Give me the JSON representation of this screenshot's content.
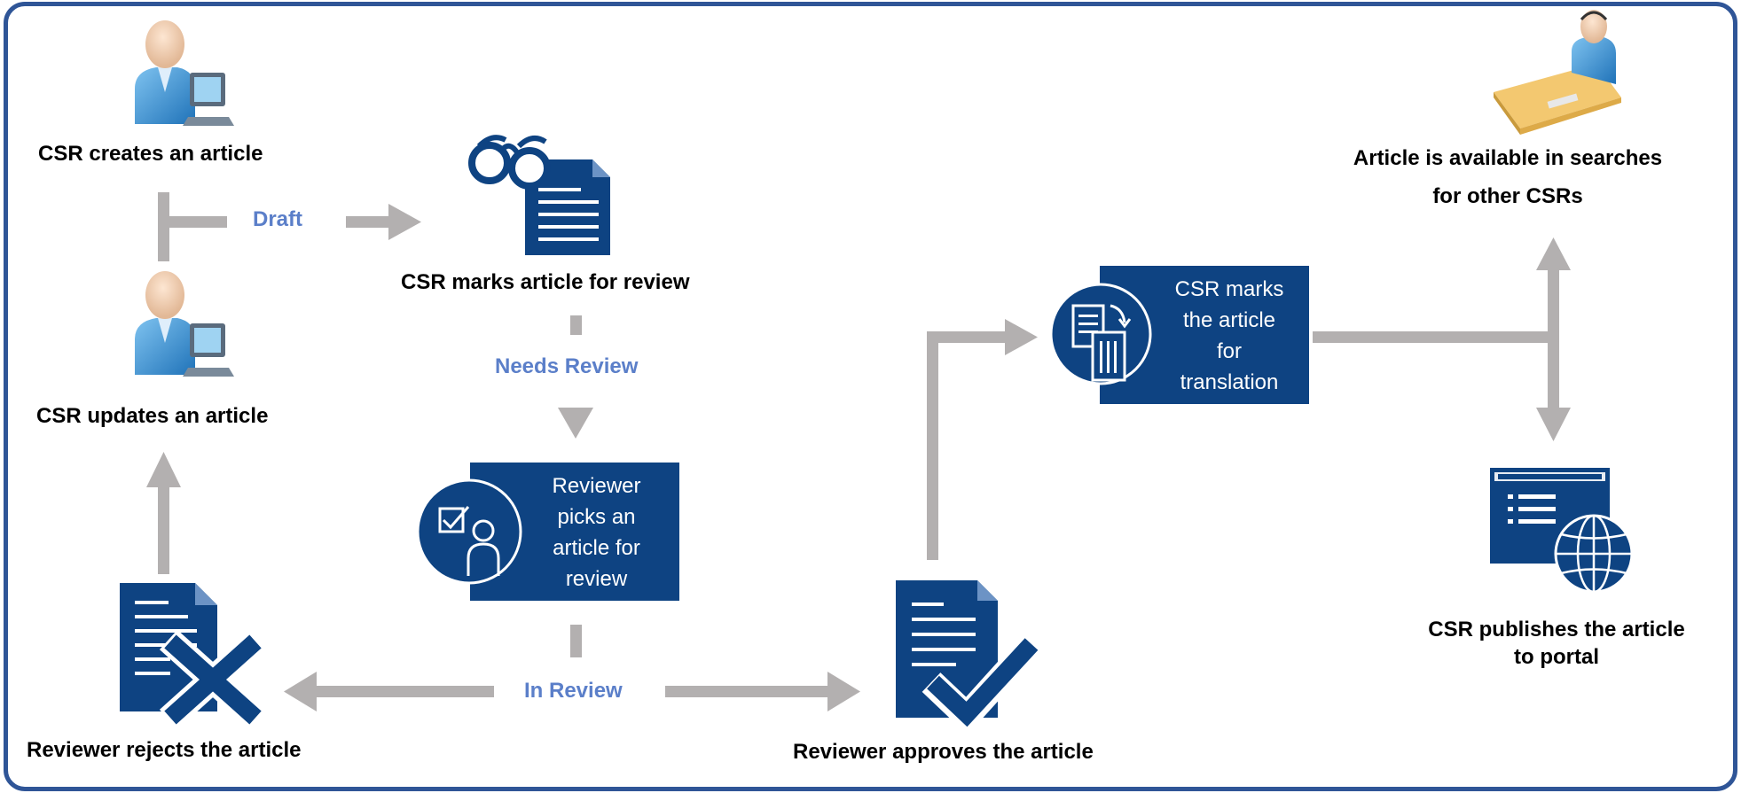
{
  "labels": {
    "csr_creates": "CSR creates an article",
    "csr_updates": "CSR updates an article",
    "csr_marks_review": "CSR marks article for review",
    "reviewer_rejects": "Reviewer rejects the article",
    "reviewer_approves": "Reviewer approves the article",
    "available_line1": "Article is available in searches",
    "available_line2": "for other CSRs",
    "publishes_line1": "CSR publishes the article",
    "publishes_line2": "to portal"
  },
  "states": {
    "draft": "Draft",
    "needs_review": "Needs Review",
    "in_review": "In Review"
  },
  "boxes": {
    "reviewer_picks": [
      "Reviewer",
      "picks an",
      "article for",
      "review"
    ],
    "csr_marks_translation": [
      "CSR marks",
      "the article",
      "for",
      "translation"
    ]
  },
  "icons": [
    "user-computer-icon",
    "glasses-document-icon",
    "checklist-person-icon",
    "document-reject-icon",
    "document-approve-icon",
    "document-translation-icon",
    "agent-desk-icon",
    "web-portal-globe-icon"
  ],
  "colors": {
    "border": "#2f5597",
    "box_fill": "#0e4382",
    "arrow": "#b3b0b0",
    "state_text": "#5b7fc9"
  }
}
